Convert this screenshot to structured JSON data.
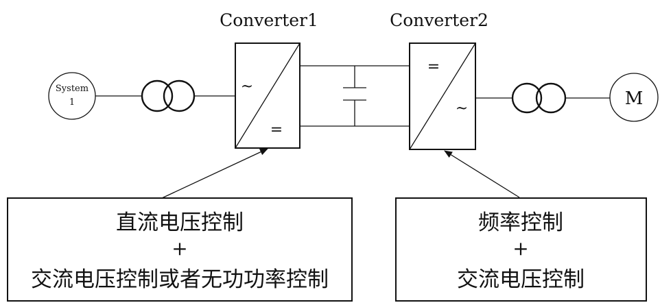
{
  "converter1": {
    "title": "Converter1",
    "ac_symbol": "~",
    "dc_symbol": "="
  },
  "converter2": {
    "title": "Converter2",
    "dc_symbol": "=",
    "ac_symbol": "~"
  },
  "system": {
    "line1": "System",
    "line2": "1"
  },
  "motor": {
    "label": "M"
  },
  "control1": {
    "line1": "直流电压控制",
    "line2": "+",
    "line3": "交流电压控制或者无功功率控制"
  },
  "control2": {
    "line1": "频率控制",
    "line2": "+",
    "line3": "交流电压控制"
  }
}
